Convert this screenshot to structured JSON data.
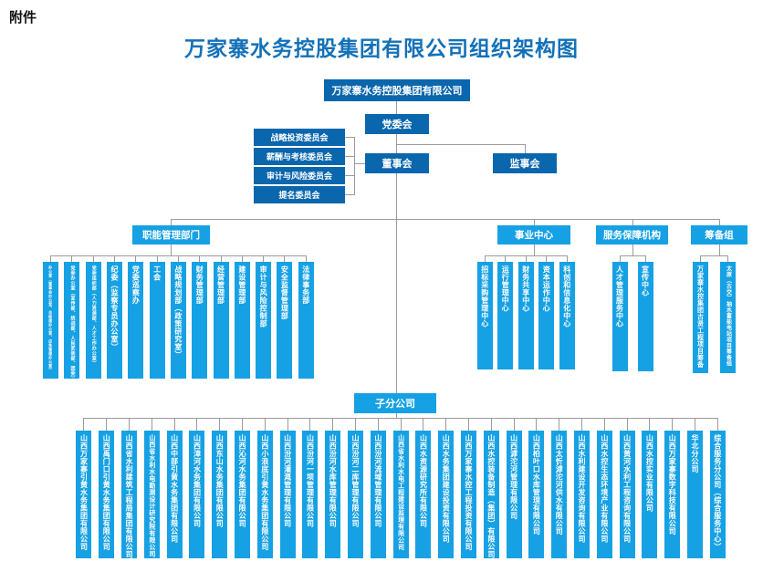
{
  "page": {
    "attachment_label": "附件",
    "title": "万家寨水务控股集团有限公司组织架构图"
  },
  "colors": {
    "dark_blue": "#0a66ad",
    "light_blue": "#16a1e4",
    "line_gray": "#9b9b9b",
    "title_blue": "#1371b8"
  },
  "root": {
    "label": "万家寨水务控股集团有限公司"
  },
  "party_committee": {
    "label": "党委会"
  },
  "board": {
    "label": "董事会"
  },
  "supervisory": {
    "label": "监事会"
  },
  "board_committees": [
    "战略投资委员会",
    "薪酬与考核委员会",
    "审计与风险委员会",
    "提名委员会"
  ],
  "branches": [
    {
      "label": "职能管理部门",
      "children": [
        "办公室（董事会办公室、总经理办公室、应急管理办公室）",
        "党委办公室（宣传部、统战部、人民武装部、团委）",
        "党委组织部（人力资源部、人才工作办公室）",
        "纪委（监察专员办公室）",
        "党委巡察办",
        "工会",
        "战略规划部（政策研究室）",
        "财务管理部",
        "经营管理部",
        "建设管理部",
        "审计与风险控制部",
        "安全监督管理部",
        "法律事务部"
      ]
    },
    {
      "label": "事业中心",
      "children": [
        "招标采购管理中心",
        "运行管理中心",
        "财务共享中心",
        "资本运作中心",
        "科创和信息化中心"
      ]
    },
    {
      "label": "服务保障机构",
      "children": [
        "人才管理服务中心",
        "宣传中心"
      ]
    },
    {
      "label": "筹备组",
      "children": [
        "万家寨水控集团古贤工程项目筹备组",
        "太原（古交）抽水蓄能电站项目筹备组"
      ]
    }
  ],
  "subsidiaries": {
    "label": "子分公司",
    "children": [
      "山西万家寨引黄水务集团有限公司",
      "山西禹门口引黄水务集团有限公司",
      "山西省水利建筑工程局集团有限公司",
      "山西省水利水电勘测设计研究院有限公司",
      "山西中部引黄水务集团有限公司",
      "山西漳河水务集团有限公司",
      "山西东山水务集团有限公司",
      "山西沁河水务集团有限公司",
      "山西小浪底引黄水务集团有限公司",
      "山西汾河灌溉管理有限公司",
      "山西汾河一坝管理有限公司",
      "山西汾河水库管理有限公司",
      "山西汾河二库管理有限公司",
      "山西汾河流域管理有限公司",
      "山西省水利水电工程建设监理有限公司",
      "山西水资源研究所有限公司",
      "山西水务集团建设投资有限公司",
      "山西万家寨水控工程投资有限公司",
      "山西水控装备制造（集团）有限公司",
      "山西滹沱河管理有限公司",
      "山西柏叶口水库管理有限公司",
      "山西太忻滹沱河供水有限公司",
      "山西水利建设开发咨询有限公司",
      "山西水控生态环境产业有限公司",
      "山西黄河水利工程咨询有限公司",
      "山西水控实业有限公司",
      "山西万家寨数字科技有限公司",
      "华北分公司",
      "综合服务分公司（综合服务中心）"
    ]
  }
}
